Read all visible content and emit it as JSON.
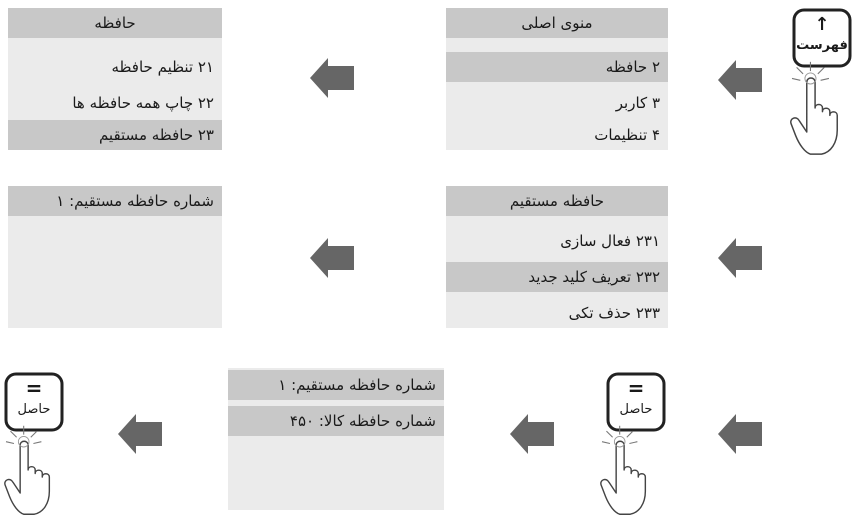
{
  "panels": {
    "main_menu": {
      "title": "منوی اصلی",
      "items": [
        "۲ حافظه",
        "۳ کاربر",
        "۴ تنظیمات"
      ]
    },
    "memory_menu": {
      "title": "حافظه",
      "items": [
        "۲۱ تنظیم حافظه",
        "۲۲ چاپ همه حافظه ها",
        "۲۳ حافظه مستقیم"
      ]
    },
    "direct_memory_menu": {
      "title": "حافظه مستقیم",
      "items": [
        "۲۳۱ فعال سازی",
        "۲۳۲ تعریف کلید جدید",
        "۲۳۳ حذف تکی"
      ]
    },
    "direct_memory_number": {
      "line1": "شماره حافظه مستقیم: ۱"
    },
    "result_screen": {
      "line1": "شماره حافظه مستقیم: ۱",
      "line2": "شماره حافظه کالا: ۴۵۰"
    }
  },
  "keys": {
    "menu_key": {
      "symbol": "↑",
      "label": "فهرست"
    },
    "result_key": {
      "symbol": "=",
      "label": "حاصل"
    }
  },
  "colors": {
    "panel_bg": "#ebebeb",
    "header_bg": "#c8c8c8",
    "arrow": "#666666"
  }
}
